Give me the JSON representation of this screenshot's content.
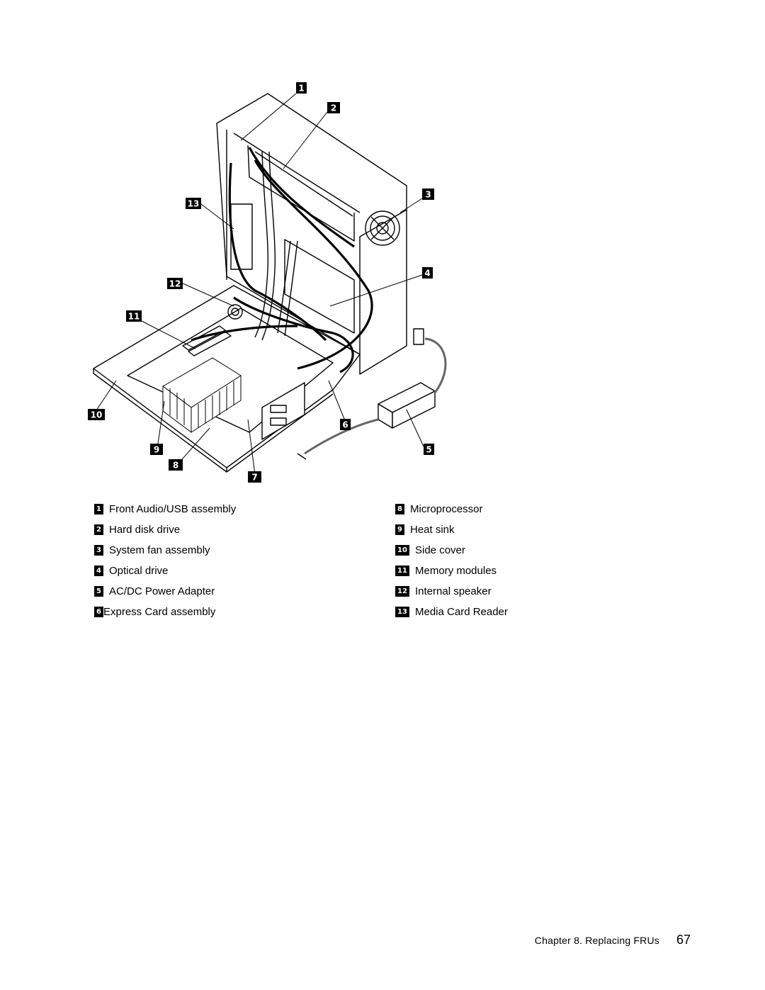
{
  "figure": {
    "callouts": [
      "1",
      "2",
      "3",
      "4",
      "5",
      "6",
      "7",
      "8",
      "9",
      "10",
      "11",
      "12",
      "13"
    ]
  },
  "legend": {
    "left": [
      {
        "num": "1",
        "label": "Front Audio/USB assembly"
      },
      {
        "num": "2",
        "label": "Hard disk drive"
      },
      {
        "num": "3",
        "label": "System fan assembly"
      },
      {
        "num": "4",
        "label": "Optical drive"
      },
      {
        "num": "5",
        "label": "AC/DC Power Adapter"
      },
      {
        "num": "6",
        "label": "Express Card assembly"
      }
    ],
    "right": [
      {
        "num": "8",
        "label": "Microprocessor"
      },
      {
        "num": "9",
        "label": "Heat sink"
      },
      {
        "num": "10",
        "label": "Side cover"
      },
      {
        "num": "11",
        "label": "Memory modules"
      },
      {
        "num": "12",
        "label": "Internal speaker"
      },
      {
        "num": "13",
        "label": "Media Card Reader"
      }
    ]
  },
  "footer": {
    "chapter": "Chapter 8. Replacing FRUs",
    "page_number": "67"
  }
}
